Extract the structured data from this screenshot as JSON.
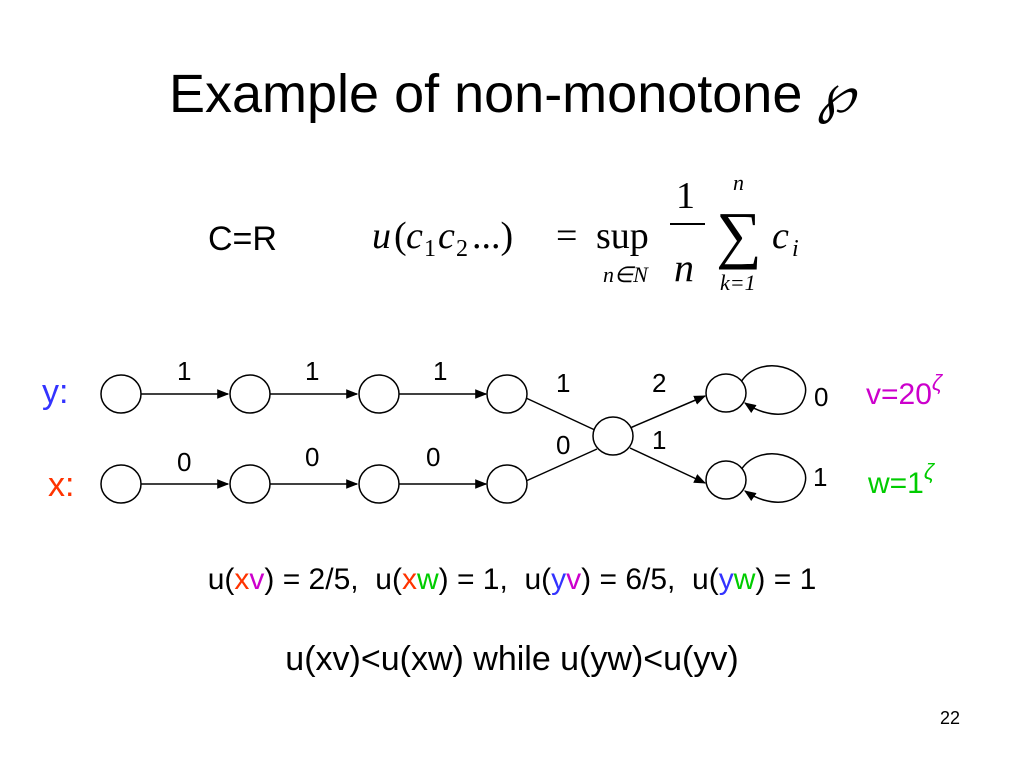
{
  "slide": {
    "title": "Example of non-monotone ",
    "title_symbol": "℘",
    "set_label": "C=R",
    "page_number": "22"
  },
  "formula": {
    "lhs": "u",
    "lparen": "(",
    "c": "c",
    "sub1": "1",
    "sub2": "2",
    "dots": "...)",
    "equals": "=",
    "sup": "sup",
    "sup_under": "n∈N",
    "one": "1",
    "n": "n",
    "sum_top": "n",
    "sum": "∑",
    "sum_bottom": "k=1",
    "ci": "c",
    "ci_sub": "i"
  },
  "graph": {
    "y_label": "y:",
    "x_label": "x:",
    "y_edges": [
      "1",
      "1",
      "1"
    ],
    "x_edges": [
      "0",
      "0",
      "0"
    ],
    "y_cross": "1",
    "x_cross": "0",
    "upper_out": "2",
    "lower_out": "1",
    "upper_loop": "0",
    "lower_loop": "1",
    "v_label": "v=20",
    "w_label": "w=1",
    "zeta": "ζ"
  },
  "utility_line": [
    {
      "t": "u("
    },
    {
      "t": "x",
      "c": "x"
    },
    {
      "t": "v",
      "c": "v"
    },
    {
      "t": ") = 2/5,  u("
    },
    {
      "t": "x",
      "c": "x"
    },
    {
      "t": "w",
      "c": "w"
    },
    {
      "t": ") = 1,  u("
    },
    {
      "t": "y",
      "c": "y"
    },
    {
      "t": "v",
      "c": "v"
    },
    {
      "t": ") = 6/5,  u("
    },
    {
      "t": "y",
      "c": "y"
    },
    {
      "t": "w",
      "c": "w"
    },
    {
      "t": ") = 1"
    }
  ],
  "comparison": "u(xv)<u(xw) while u(yw)<u(yv)",
  "colors": {
    "y": "#3333ff",
    "x": "#ff3300",
    "v": "#cc00cc",
    "w": "#00cc00",
    "ink": "#000000"
  }
}
